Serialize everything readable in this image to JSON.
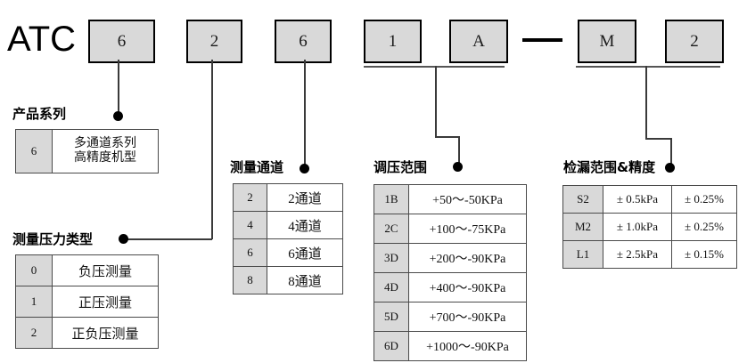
{
  "brand": "ATC",
  "separator": "—",
  "code_boxes": [
    {
      "name": "product-series",
      "value": "6"
    },
    {
      "name": "pressure-type",
      "value": "2"
    },
    {
      "name": "channel-count",
      "value": "6"
    },
    {
      "name": "range-digit",
      "value": "1"
    },
    {
      "name": "range-letter",
      "value": "A"
    },
    {
      "name": "leak-letter",
      "value": "M"
    },
    {
      "name": "leak-digit",
      "value": "2"
    }
  ],
  "sections": {
    "product_series": {
      "heading": "产品系列",
      "rows": [
        {
          "code": "6",
          "line1": "多通道系列",
          "line2": "高精度机型"
        }
      ]
    },
    "pressure_type": {
      "heading": "测量压力类型",
      "rows": [
        {
          "code": "0",
          "desc": "负压测量"
        },
        {
          "code": "1",
          "desc": "正压测量"
        },
        {
          "code": "2",
          "desc": "正负压测量"
        }
      ]
    },
    "channels": {
      "heading": "测量通道",
      "rows": [
        {
          "code": "2",
          "desc": "2通道"
        },
        {
          "code": "4",
          "desc": "4通道"
        },
        {
          "code": "6",
          "desc": "6通道"
        },
        {
          "code": "8",
          "desc": "8通道"
        }
      ]
    },
    "pressure_range": {
      "heading": "调压范围",
      "rows": [
        {
          "code": "1B",
          "desc": "+50～-50KPa"
        },
        {
          "code": "2C",
          "desc": "+100～-75KPa"
        },
        {
          "code": "3D",
          "desc": "+200～-90KPa"
        },
        {
          "code": "4D",
          "desc": "+400～-90KPa"
        },
        {
          "code": "5D",
          "desc": "+700～-90KPa"
        },
        {
          "code": "6D",
          "desc": "+1000～-90KPa"
        }
      ]
    },
    "leak_detection": {
      "heading": "检漏范围&精度",
      "rows": [
        {
          "code": "S2",
          "range": "± 0.5kPa",
          "accuracy": "± 0.25%"
        },
        {
          "code": "M2",
          "range": "± 1.0kPa",
          "accuracy": "± 0.25%"
        },
        {
          "code": "L1",
          "range": "± 2.5kPa",
          "accuracy": "± 0.15%"
        }
      ]
    }
  }
}
